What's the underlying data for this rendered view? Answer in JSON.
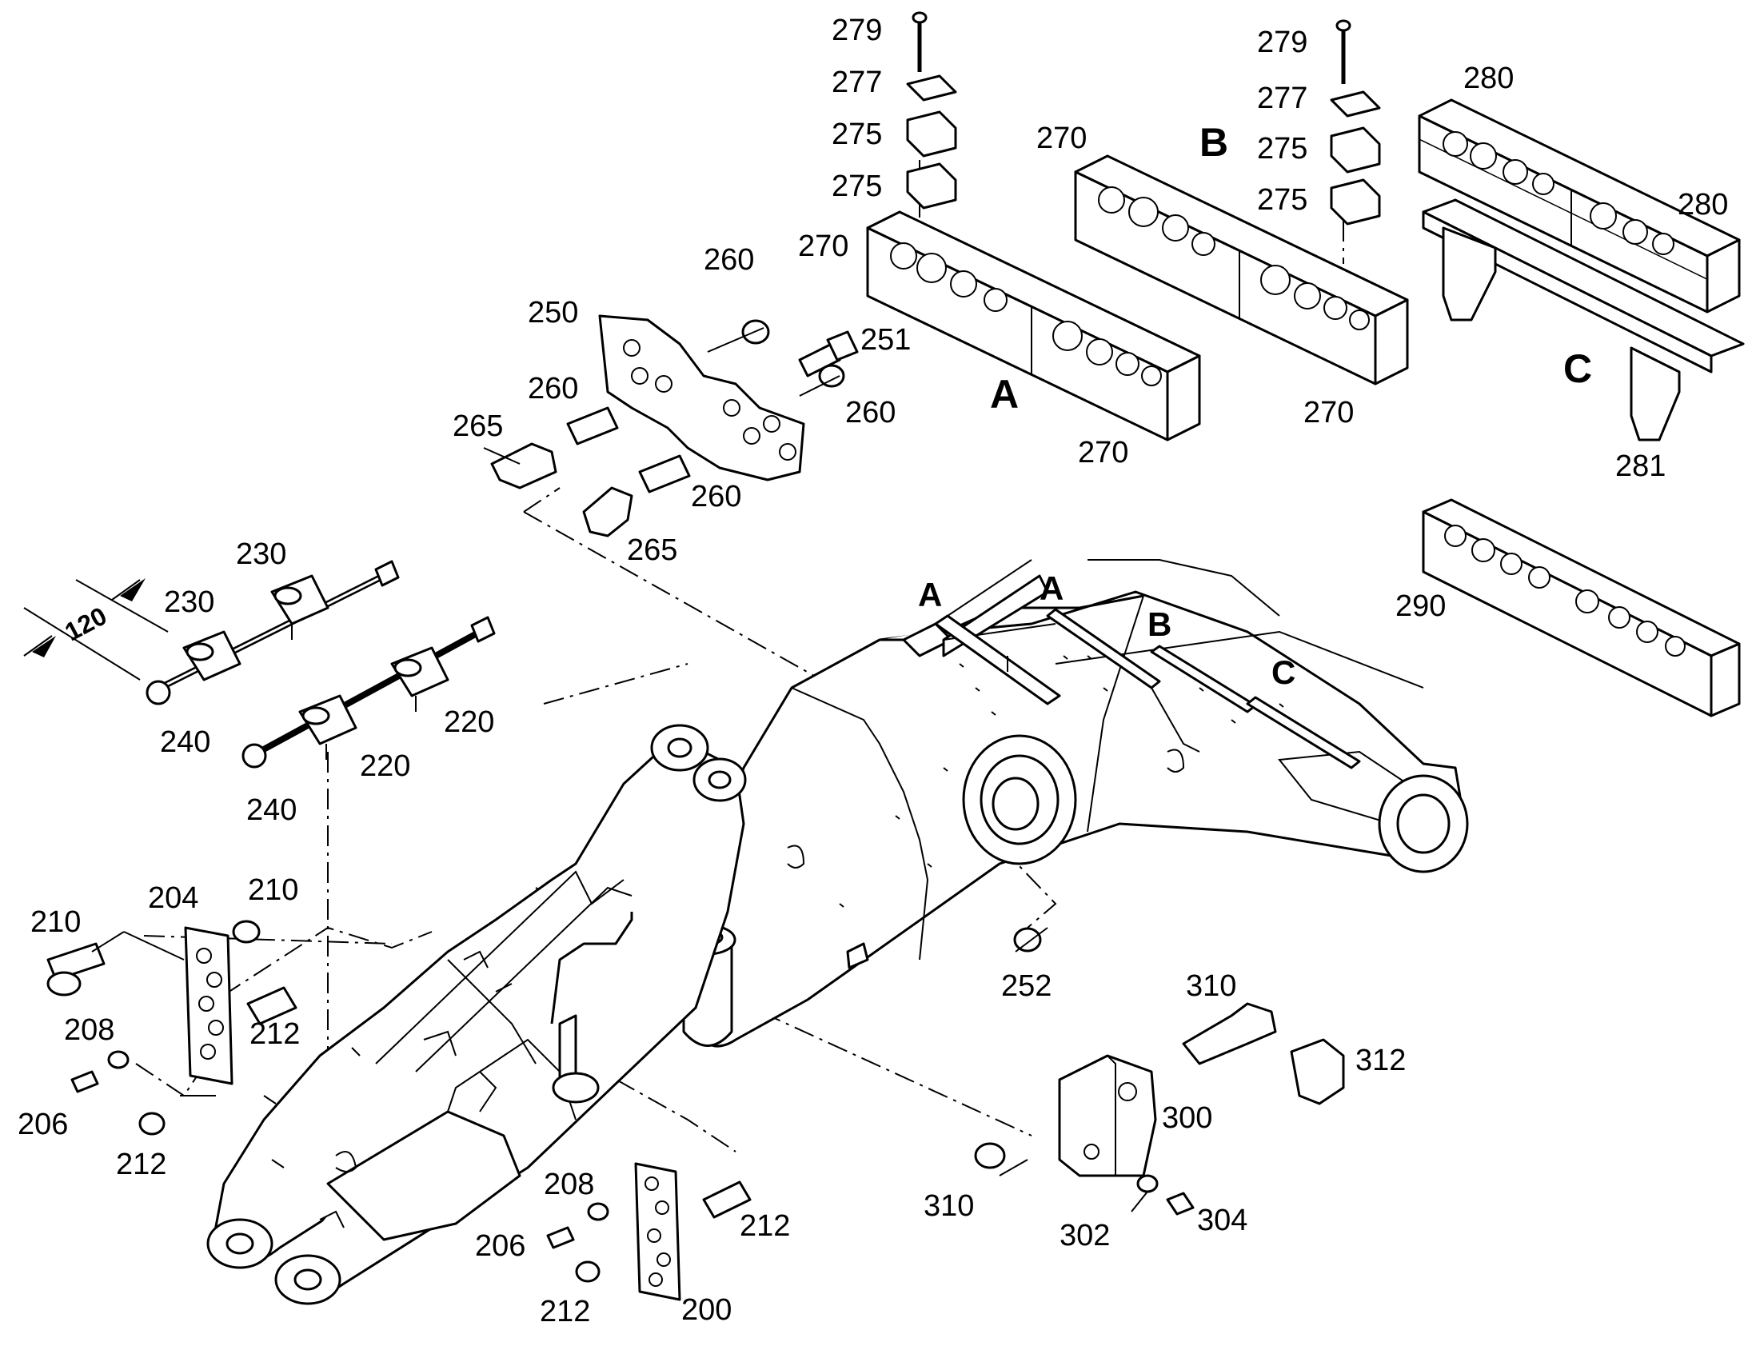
{
  "section_labels": {
    "A": "A",
    "B": "B",
    "C": "C"
  },
  "dimension": "120",
  "parts": {
    "p200": "200",
    "p204": "204",
    "p206a": "206",
    "p206b": "206",
    "p208a": "208",
    "p208b": "208",
    "p210a": "210",
    "p210b": "210",
    "p212a": "212",
    "p212b": "212",
    "p212c": "212",
    "p212d": "212",
    "p220a": "220",
    "p220b": "220",
    "p230a": "230",
    "p230b": "230",
    "p240a": "240",
    "p240b": "240",
    "p250": "250",
    "p251": "251",
    "p252": "252",
    "p260a": "260",
    "p260b": "260",
    "p260c": "260",
    "p260d": "260",
    "p265a": "265",
    "p265b": "265",
    "p270a": "270",
    "p270b": "270",
    "p270c": "270",
    "p270d": "270",
    "p275a": "275",
    "p275b": "275",
    "p275c": "275",
    "p275d": "275",
    "p277a": "277",
    "p277b": "277",
    "p279a": "279",
    "p279b": "279",
    "p280a": "280",
    "p280b": "280",
    "p281": "281",
    "p290": "290",
    "p300": "300",
    "p302": "302",
    "p304": "304",
    "p310a": "310",
    "p310b": "310",
    "p312": "312"
  }
}
